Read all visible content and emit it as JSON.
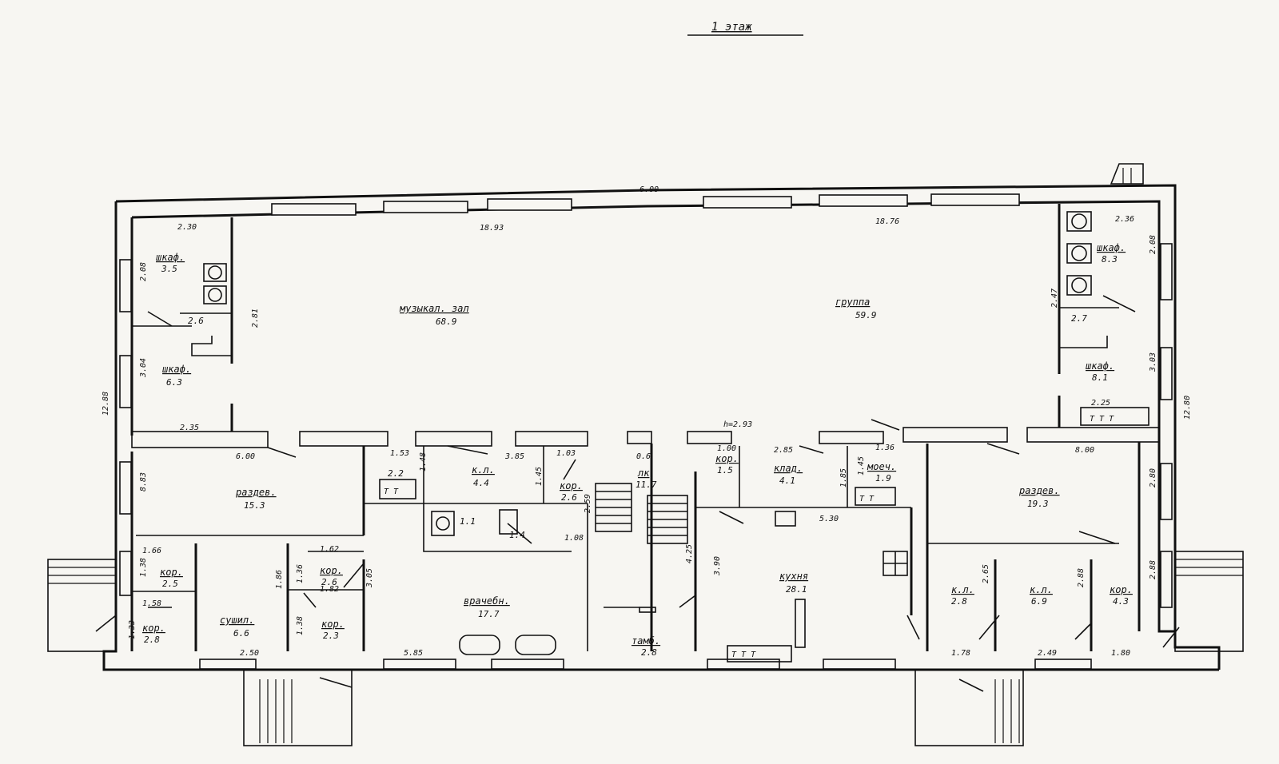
{
  "title": "1 этаж",
  "height_note": "h=2.93",
  "rooms": {
    "music_hall": {
      "name": "музыкал. зал",
      "area": "68.9"
    },
    "group": {
      "name": "группа",
      "area": "59.9"
    },
    "wardrobe_left_top": {
      "name": "шкаф.",
      "area": "3.5"
    },
    "wardrobe_left": {
      "name": "шкаф.",
      "area": "6.3"
    },
    "wardrobe_right_top": {
      "name": "шкаф.",
      "area": "8.3"
    },
    "wardrobe_right": {
      "name": "шкаф.",
      "area": "8.1"
    },
    "changing_left": {
      "name": "раздев.",
      "area": "15.3"
    },
    "changing_right": {
      "name": "раздев.",
      "area": "19.3"
    },
    "office": {
      "name": "к.л.",
      "area": "4.4"
    },
    "corridor_mid": {
      "name": "кор.",
      "area": "2.6"
    },
    "corridor_kitchen": {
      "name": "кор.",
      "area": "1.5"
    },
    "pantry": {
      "name": "клад.",
      "area": "4.1"
    },
    "washroom": {
      "name": "моеч.",
      "area": "1.9"
    },
    "stair": {
      "name": "лк",
      "area": "11.7"
    },
    "medical": {
      "name": "врачебн.",
      "area": "17.7"
    },
    "kitchen": {
      "name": "кухня",
      "area": "28.1"
    },
    "vestibule": {
      "name": "тамб.",
      "area": "2.8"
    },
    "drying": {
      "name": "сушил.",
      "area": "6.6"
    },
    "cor_l1": {
      "name": "кор.",
      "area": "2.5"
    },
    "cor_l2": {
      "name": "кор.",
      "area": "2.8"
    },
    "cor_l3": {
      "name": "кор.",
      "area": "2.6"
    },
    "cor_l4": {
      "name": "кор.",
      "area": "2.3"
    },
    "cab_r1": {
      "name": "к.л.",
      "area": "2.8"
    },
    "cab_r2": {
      "name": "к.л.",
      "area": "6.9"
    },
    "cor_r3": {
      "name": "кор.",
      "area": "4.3"
    },
    "wc_left_a": {
      "area": "2.6"
    },
    "wc_left_b": {
      "area": "2.2"
    },
    "wc_right": {
      "area": "2.7"
    },
    "wc_mid_1": {
      "area": "1.1"
    },
    "wc_mid_2": {
      "area": "1.4"
    }
  },
  "dimensions": {
    "top_total": "6.00",
    "top_left": "18.93",
    "top_right": "18.76",
    "left_side": "12.88",
    "right_side": "12.80",
    "d_230": "2.30",
    "d_236": "2.36",
    "d_208": "2.08",
    "d_304": "3.04",
    "d_281": "2.81",
    "d_235": "2.35",
    "d_600": "6.00",
    "d_153": "1.53",
    "d_148": "1.48",
    "d_385": "3.85",
    "d_103": "1.03",
    "d_145": "1.45",
    "d_259": "2.59",
    "d_06": "0.6",
    "d_100": "1.00",
    "d_108": "1.08",
    "d_425": "4.25",
    "d_390": "3.90",
    "d_285": "2.85",
    "d_185": "1.85",
    "d_136": "1.36",
    "d_145b": "1.45",
    "d_530": "5.30",
    "d_225": "2.25",
    "d_800": "8.00",
    "d_247": "2.47",
    "d_303": "3.03",
    "d_208r": "2.08",
    "d_280": "2.80",
    "d_166": "1.66",
    "d_138": "1.38",
    "d_158": "1.58",
    "d_133": "1.33",
    "d_162": "1.62",
    "d_136l": "1.36",
    "d_182": "1.82",
    "d_138b": "1.38",
    "d_250": "2.50",
    "d_305": "3.05",
    "d_585": "5.85",
    "d_186": "1.86",
    "d_178": "1.78",
    "d_249": "2.49",
    "d_180": "1.80",
    "d_265": "2.65",
    "d_288": "2.88",
    "d_288b": "2.88",
    "d_883": "8.83"
  }
}
